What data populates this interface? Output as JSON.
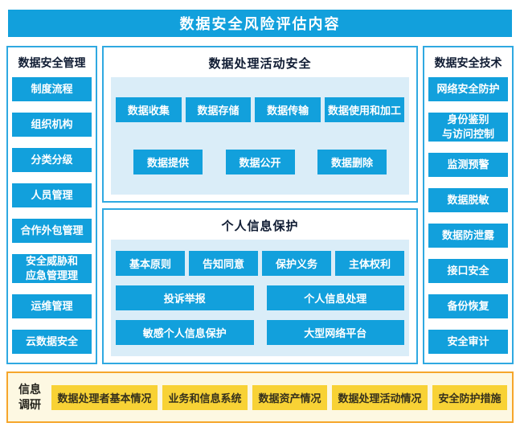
{
  "title": "数据安全风险评估内容",
  "left": {
    "header": "数据安全管理",
    "items": [
      "制度流程",
      "组织机构",
      "分类分级",
      "人员管理",
      "合作外包管理",
      "安全威胁和\n应急管理理",
      "运维管理",
      "云数据安全"
    ]
  },
  "middle_top": {
    "header": "数据处理活动安全",
    "row1": [
      "数据收集",
      "数据存储",
      "数据传输",
      "数据使用和加工"
    ],
    "row2": [
      "数据提供",
      "数据公开",
      "数据删除"
    ]
  },
  "middle_bottom": {
    "header": "个人信息保护",
    "row1": [
      "基本原则",
      "告知同意",
      "保护义务",
      "主体权利"
    ],
    "row2": [
      "投诉举报",
      "个人信息处理"
    ],
    "row3": [
      "敏感个人信息保护",
      "大型网络平台"
    ]
  },
  "right": {
    "header": "数据安全技术",
    "items": [
      "网络安全防护",
      "身份鉴别\n与访问控制",
      "监测预警",
      "数据脱敏",
      "数据防泄露",
      "接口安全",
      "备份恢复",
      "安全审计"
    ]
  },
  "bottom": {
    "label": "信息\n调研",
    "items": [
      "数据处理者基本情况",
      "业务和信息系统",
      "数据资产情况",
      "数据处理活动情况",
      "安全防护措施"
    ]
  },
  "colors": {
    "primary_blue": "#12a0dc",
    "box_border_blue": "#2fa9e1",
    "inner_panel_blue": "#daedf8",
    "yellow_button": "#f8d235",
    "bottom_panel_cream": "#fdf8e2",
    "bottom_border_orange": "#f6a62b"
  }
}
